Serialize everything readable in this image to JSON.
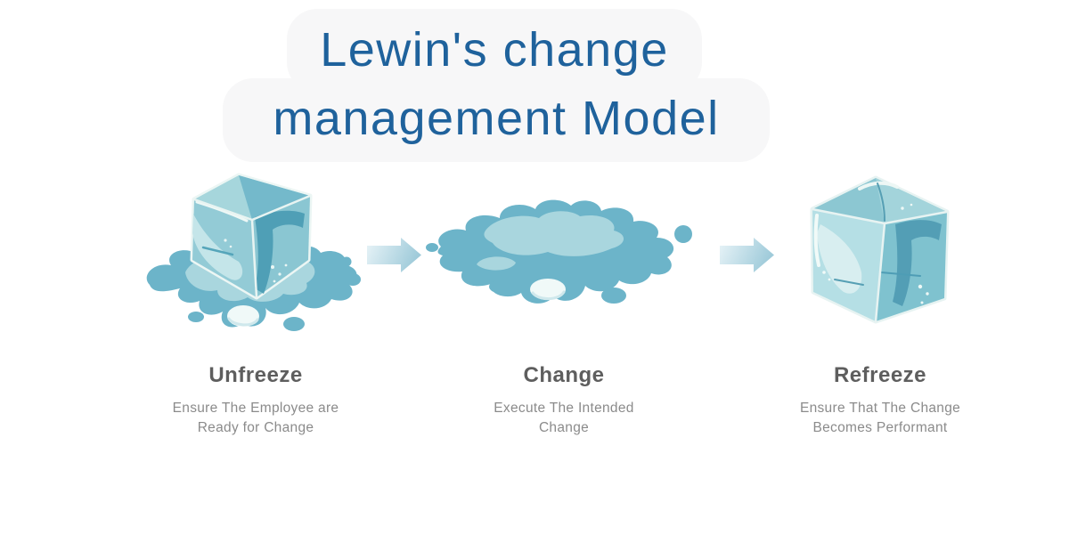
{
  "title": {
    "line1": "Lewin's change",
    "line2": "management Model"
  },
  "stages": [
    {
      "name": "Unfreeze",
      "description_line1": "Ensure The Employee are",
      "description_line2": "Ready for Change",
      "illustration": "melting-ice-cube"
    },
    {
      "name": "Change",
      "description_line1": "Execute The Intended",
      "description_line2": "Change",
      "illustration": "water-puddle"
    },
    {
      "name": "Refreeze",
      "description_line1": "Ensure That The Change",
      "description_line2": "Becomes Performant",
      "illustration": "frozen-ice-cube"
    }
  ],
  "icons": {
    "arrow_between_stages": "right-arrow"
  },
  "colors": {
    "title_text": "#1f629c",
    "title_background": "#f7f7f8",
    "stage_name_text": "#5e5e5e",
    "stage_description_text": "#8b8b8b",
    "illustration_primary": "#6cb4c9",
    "illustration_light": "#a9d6de",
    "illustration_pale": "#c4e5e9",
    "illustration_dark_accent": "#539eb5",
    "arrow_gradient_start": "#e9f4f8",
    "arrow_gradient_end": "#9fcbda",
    "page_background": "#ffffff"
  }
}
